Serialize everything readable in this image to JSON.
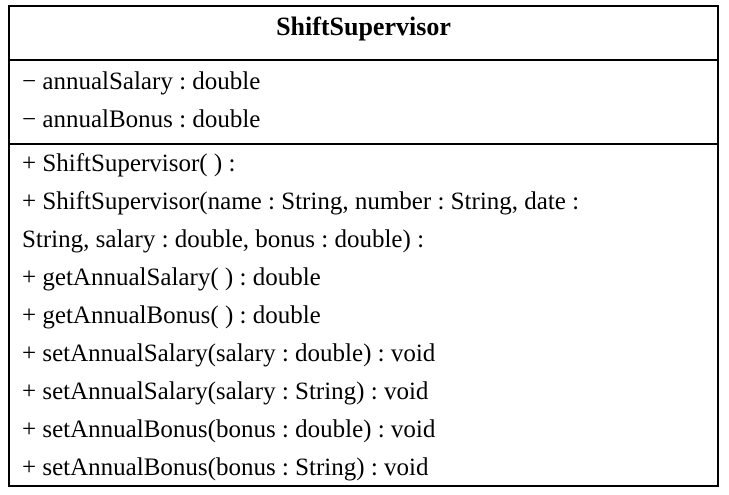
{
  "class_box": {
    "name": "ShiftSupervisor",
    "attributes": [
      "− annualSalary : double",
      "− annualBonus : double"
    ],
    "operations": [
      "+ ShiftSupervisor( ) :",
      "+ ShiftSupervisor(name : String, number : String, date :",
      "String, salary : double, bonus : double) :",
      "+ getAnnualSalary( ) : double",
      "+ getAnnualBonus( ) : double",
      "+ setAnnualSalary(salary : double) : void",
      "+ setAnnualSalary(salary : String) : void",
      "+ setAnnualBonus(bonus : double) : void",
      "+ setAnnualBonus(bonus : String) : void"
    ]
  },
  "colors": {
    "border": "#000000",
    "text": "#000000",
    "background": "#ffffff"
  }
}
